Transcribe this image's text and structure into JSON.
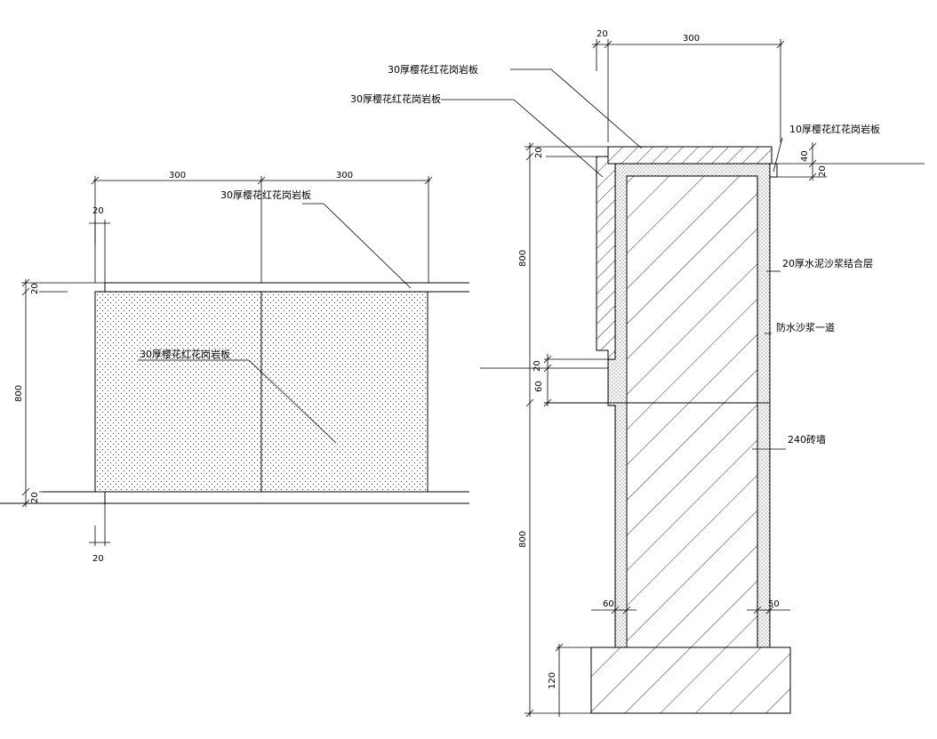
{
  "elevation": {
    "dims": {
      "width_left": "300",
      "width_right": "300",
      "top_offset": "20",
      "cap_thickness": "20",
      "height": "800",
      "base_thickness": "20",
      "bottom_offset": "20"
    },
    "labels": {
      "cap": "30厚樱花红花岗岩板",
      "face": "30厚樱花红花岗岩板"
    }
  },
  "section": {
    "dims": {
      "top_left": "20",
      "top_width": "300",
      "cap_side": "20",
      "upper_height": "800",
      "ledge_thickness": "20",
      "ledge_gap": "60",
      "right_cap_40": "40",
      "right_cap_20": "20",
      "lower_height": "800",
      "footing_height": "120",
      "footing_left_step": "60",
      "footing_right_step": "50"
    },
    "labels": {
      "cap_top": "30厚樱花红花岗岩板",
      "cap_side": "30厚樱花红花岗岩板",
      "cap_edge": "10厚樱花红花岗岩板",
      "mortar_bed": "20厚水泥沙浆结合层",
      "waterproof": "防水沙浆一道",
      "brick_wall": "240砖墙"
    }
  }
}
